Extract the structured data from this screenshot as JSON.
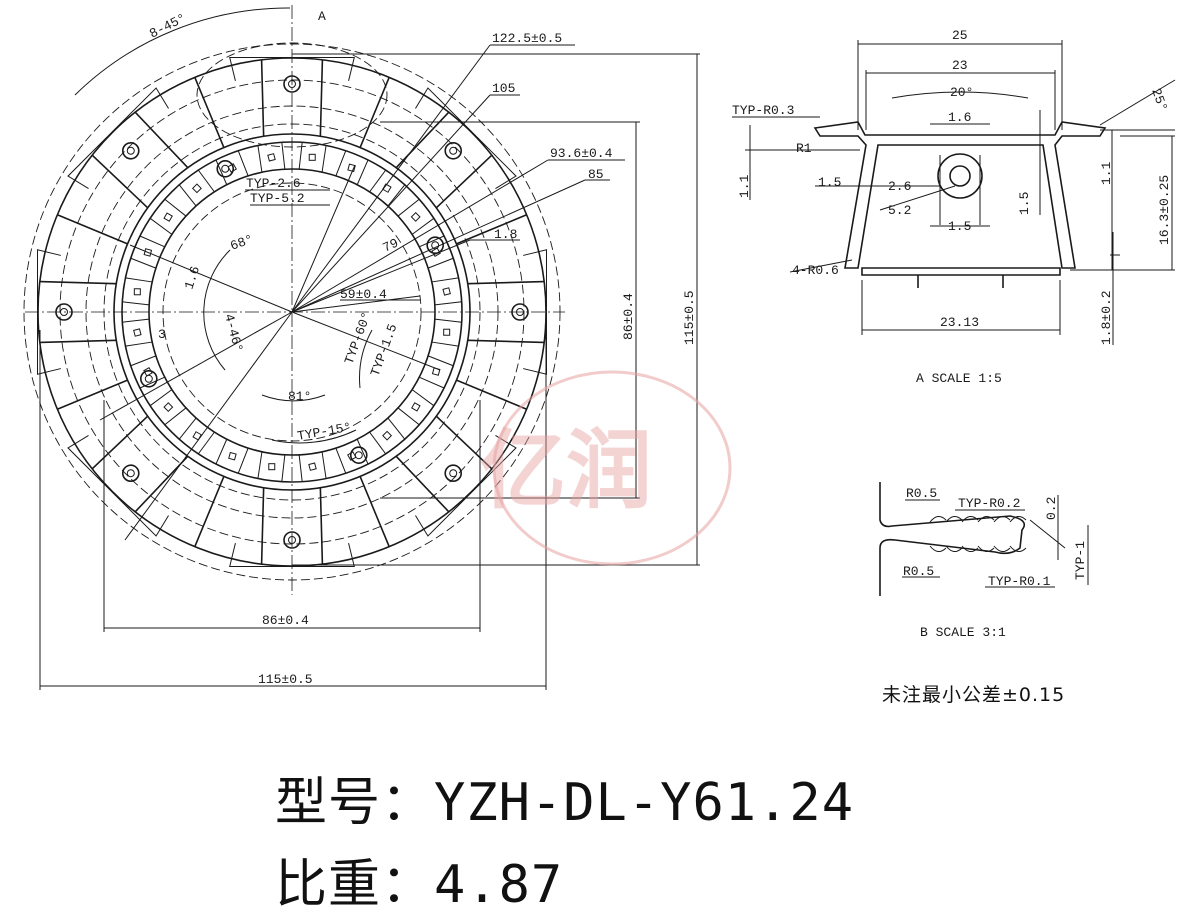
{
  "colors": {
    "line": "#1a1a1a",
    "watermark": "#e8a0a0"
  },
  "main_view": {
    "label_a": "A",
    "dims": {
      "angle_slots": "8-45°",
      "d_outer": "122.5±0.5",
      "d_105": "105",
      "d_936": "93.6±0.4",
      "d_85": "85",
      "d_79": "79",
      "d_18": "1.8",
      "d_59": "59±0.4",
      "typ26": "TYP-2.6",
      "typ52": "TYP-5.2",
      "ang68": "68°",
      "d_16": "1.6",
      "ang46": "4-46°",
      "ang81": "81°",
      "typ15": "TYP-15°",
      "typ60": "TYP-60°",
      "typl15": "TYP-1.5",
      "d_3": "3",
      "h86": "86±0.4",
      "h115": "115±0.5",
      "w86": "86±0.4",
      "w115": "115±0.5"
    }
  },
  "detail_a": {
    "w25": "25",
    "w23": "23",
    "ang20": "20°",
    "ang25": "25°",
    "typr03": "TYP-R0.3",
    "r1": "R1",
    "d16": "1.6",
    "d26": "2.6",
    "d15a": "1.5",
    "d52": "5.2",
    "d15b": "1.5",
    "d15c": "1.5",
    "d11a": "1.1",
    "d11b": "1.1",
    "h163": "16.3±0.25",
    "r06": "4-R0.6",
    "w2313": "23.13",
    "h18": "1.8±0.2",
    "caption": "A SCALE 1:5"
  },
  "detail_b": {
    "r05a": "R0.5",
    "typr02": "TYP-R0.2",
    "d02": "0.2",
    "r05b": "R0.5",
    "typr01": "TYP-R0.1",
    "typ1": "TYP-1",
    "caption": "B SCALE 3:1"
  },
  "tolerance_note": "未注最小公差±0.15",
  "model": {
    "label": "型号：",
    "value": "YZH-DL-Y61.24"
  },
  "density": {
    "label": "比重：",
    "value": "4.87"
  },
  "watermark": {
    "text": "亿润"
  }
}
